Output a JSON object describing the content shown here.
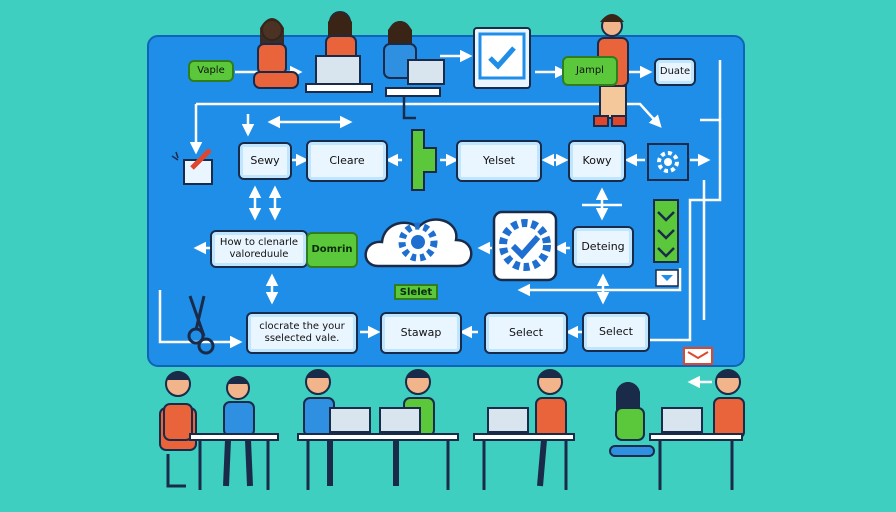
{
  "nodes": {
    "vaple": "Vaple",
    "jampl": "Jampl",
    "duate": "Duate",
    "sewy": "Sewy",
    "cleare": "Cleare",
    "yelset": "Yelset",
    "kowy": "Kowy",
    "how_to": "How to clenarle valoreduule",
    "domain": "Domrin",
    "deteing": "Deteing",
    "slelet": "Slelet",
    "clocrate": "clocrate the your sselected vale.",
    "stawap": "Stawap",
    "select1": "Select",
    "select2": "Select"
  },
  "colors": {
    "board": "#1f8ee8",
    "node_fill": "#eaf6ff",
    "green": "#5ac83a",
    "arrow": "#ffffff",
    "background": "#3ecfc0"
  },
  "icons": [
    "pencil-checkbox-icon",
    "clipboard-check-icon",
    "gear-icon",
    "cloud-gear-icon",
    "shield-check-gear-icon",
    "scissors-icon",
    "envelope-icon",
    "down-arrows-icon"
  ]
}
